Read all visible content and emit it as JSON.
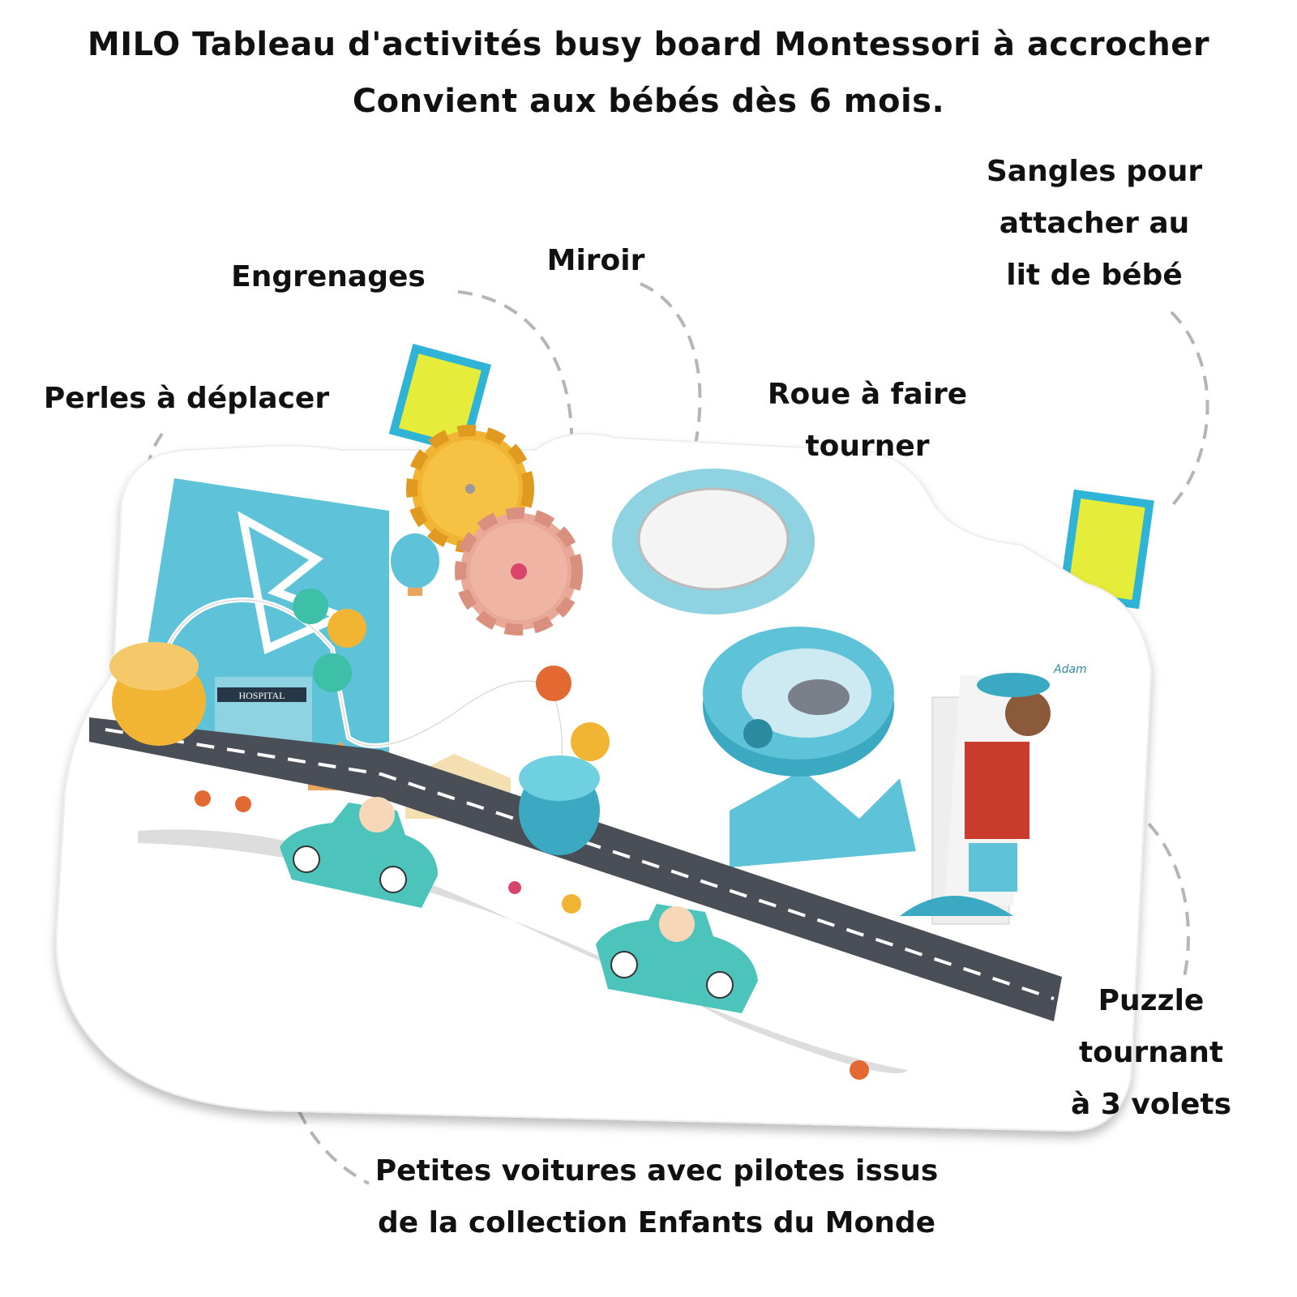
{
  "title": {
    "line1": "MILO Tableau d'activités busy board Montessori à accrocher",
    "line2": "Convient aux bébés dès 6 mois."
  },
  "labels": {
    "straps": [
      "Sangles pour",
      "attacher au",
      "lit de bébé"
    ],
    "mirror": "Miroir",
    "gears": "Engrenages",
    "beads": "Perles à déplacer",
    "wheel": [
      "Roue à faire",
      "tourner"
    ],
    "puzzle": [
      "Puzzle",
      "tournant",
      "à 3 volets"
    ],
    "cars": [
      "Petites voitures avec pilotes issus",
      "de la collection Enfants du Monde"
    ]
  },
  "board_text": {
    "hospital_sign": "HOSPITAL",
    "puzzle_name": "Adam"
  },
  "colors": {
    "strap_yellow": "#e6ec3a",
    "strap_blue": "#2fb3d6",
    "board_blue": "#5ec3d8",
    "gear_yellow": "#f2b533",
    "gear_pink": "#eaa898",
    "road": "#4a4e57",
    "dash": "#b5b5b5"
  }
}
